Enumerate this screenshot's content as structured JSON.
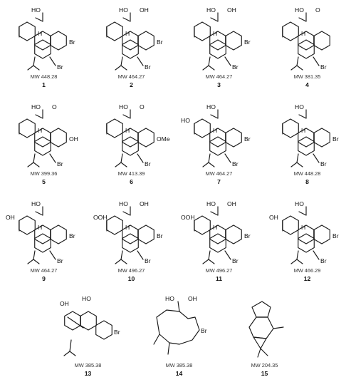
{
  "compounds": [
    {
      "number": "1",
      "mw": "MW 448.28",
      "top": "HO",
      "right": "Br",
      "bottom": "Br",
      "tag": "",
      "extra": "",
      "ring": "steroid"
    },
    {
      "number": "2",
      "mw": "MW 464.27",
      "top": "HO",
      "right": "Br",
      "bottom": "Br",
      "tag": "OH",
      "extra": "",
      "ring": "steroid"
    },
    {
      "number": "3",
      "mw": "MW 464.27",
      "top": "HO",
      "right": "Br",
      "bottom": "Br",
      "tag": "OH",
      "extra": "",
      "ring": "steroid"
    },
    {
      "number": "4",
      "mw": "MW 381.35",
      "top": "HO",
      "right": "",
      "bottom": "Br",
      "tag": "O",
      "extra": "",
      "ring": "steroid"
    },
    {
      "number": "5",
      "mw": "MW 399.36",
      "top": "HO",
      "right": "OH",
      "bottom": "Br",
      "tag": "O",
      "extra": "",
      "ring": "steroid"
    },
    {
      "number": "6",
      "mw": "MW 413.39",
      "top": "HO",
      "right": "OMe",
      "bottom": "Br",
      "tag": "O",
      "extra": "",
      "ring": "steroid"
    },
    {
      "number": "7",
      "mw": "MW 464.27",
      "top": "HO",
      "right": "Br",
      "bottom": "Br",
      "tag": "",
      "extra": "HO",
      "ring": "steroid"
    },
    {
      "number": "8",
      "mw": "MW 448.28",
      "top": "HO",
      "right": "Br",
      "bottom": "Br",
      "tag": "",
      "extra": "",
      "ring": "steroid"
    },
    {
      "number": "9",
      "mw": "MW 464.27",
      "top": "HO",
      "right": "Br",
      "bottom": "Br",
      "tag": "",
      "extra": "OH",
      "ring": "steroid"
    },
    {
      "number": "10",
      "mw": "MW 496.27",
      "top": "HO",
      "right": "Br",
      "bottom": "Br",
      "tag": "OH",
      "extra": "OOH",
      "ring": "steroid"
    },
    {
      "number": "11",
      "mw": "MW 496.27",
      "top": "HO",
      "right": "Br",
      "bottom": "Br",
      "tag": "OH",
      "extra": "OOH",
      "ring": "steroid"
    },
    {
      "number": "12",
      "mw": "MW 466.29",
      "top": "HO",
      "right": "Br",
      "bottom": "Br",
      "tag": "",
      "extra": "OH",
      "ring": "steroid"
    },
    {
      "number": "13",
      "mw": "MW 385.38",
      "top": "HO",
      "right": "Br",
      "bottom": "",
      "tag": "",
      "extra": "OH",
      "ring": "bridged"
    },
    {
      "number": "14",
      "mw": "MW 385.38",
      "top": "HO",
      "right": "Br",
      "bottom": "",
      "tag": "OH",
      "extra": "",
      "ring": "macro"
    },
    {
      "number": "15",
      "mw": "MW 204.35",
      "top": "",
      "right": "",
      "bottom": "",
      "tag": "",
      "extra": "",
      "ring": "cyclo"
    }
  ],
  "labels": {
    "H": "H"
  }
}
